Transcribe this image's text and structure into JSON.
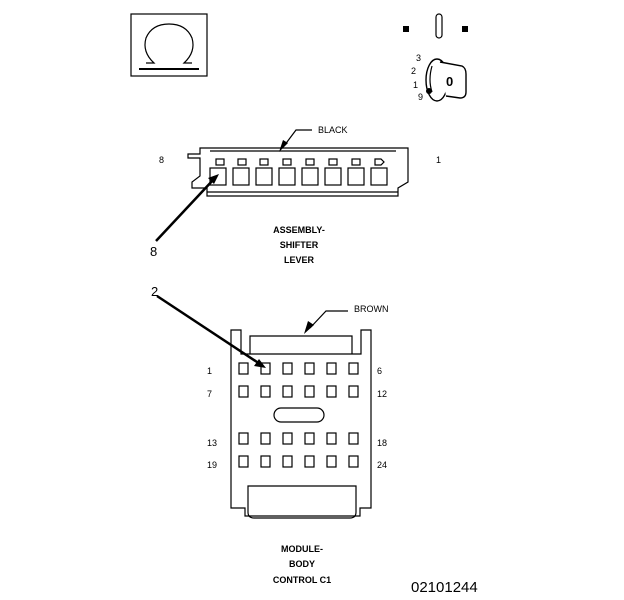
{
  "diagram": {
    "figure_id": "02101244",
    "key_symbol": {
      "label": "0",
      "position_labels": [
        "3",
        "2",
        "1",
        "9"
      ]
    },
    "shifter_connector": {
      "wire_color": "BLACK",
      "pin_left": "8",
      "pin_right": "1",
      "callout": "8",
      "caption": [
        "ASSEMBLY-",
        "SHIFTER",
        "LEVER"
      ]
    },
    "bcm_connector": {
      "wire_color": "BROWN",
      "callout": "2",
      "pin_labels_left": [
        "1",
        "7",
        "13",
        "19"
      ],
      "pin_labels_right": [
        "6",
        "12",
        "18",
        "24"
      ],
      "caption": [
        "MODULE-",
        "BODY",
        "CONTROL C1"
      ]
    }
  }
}
